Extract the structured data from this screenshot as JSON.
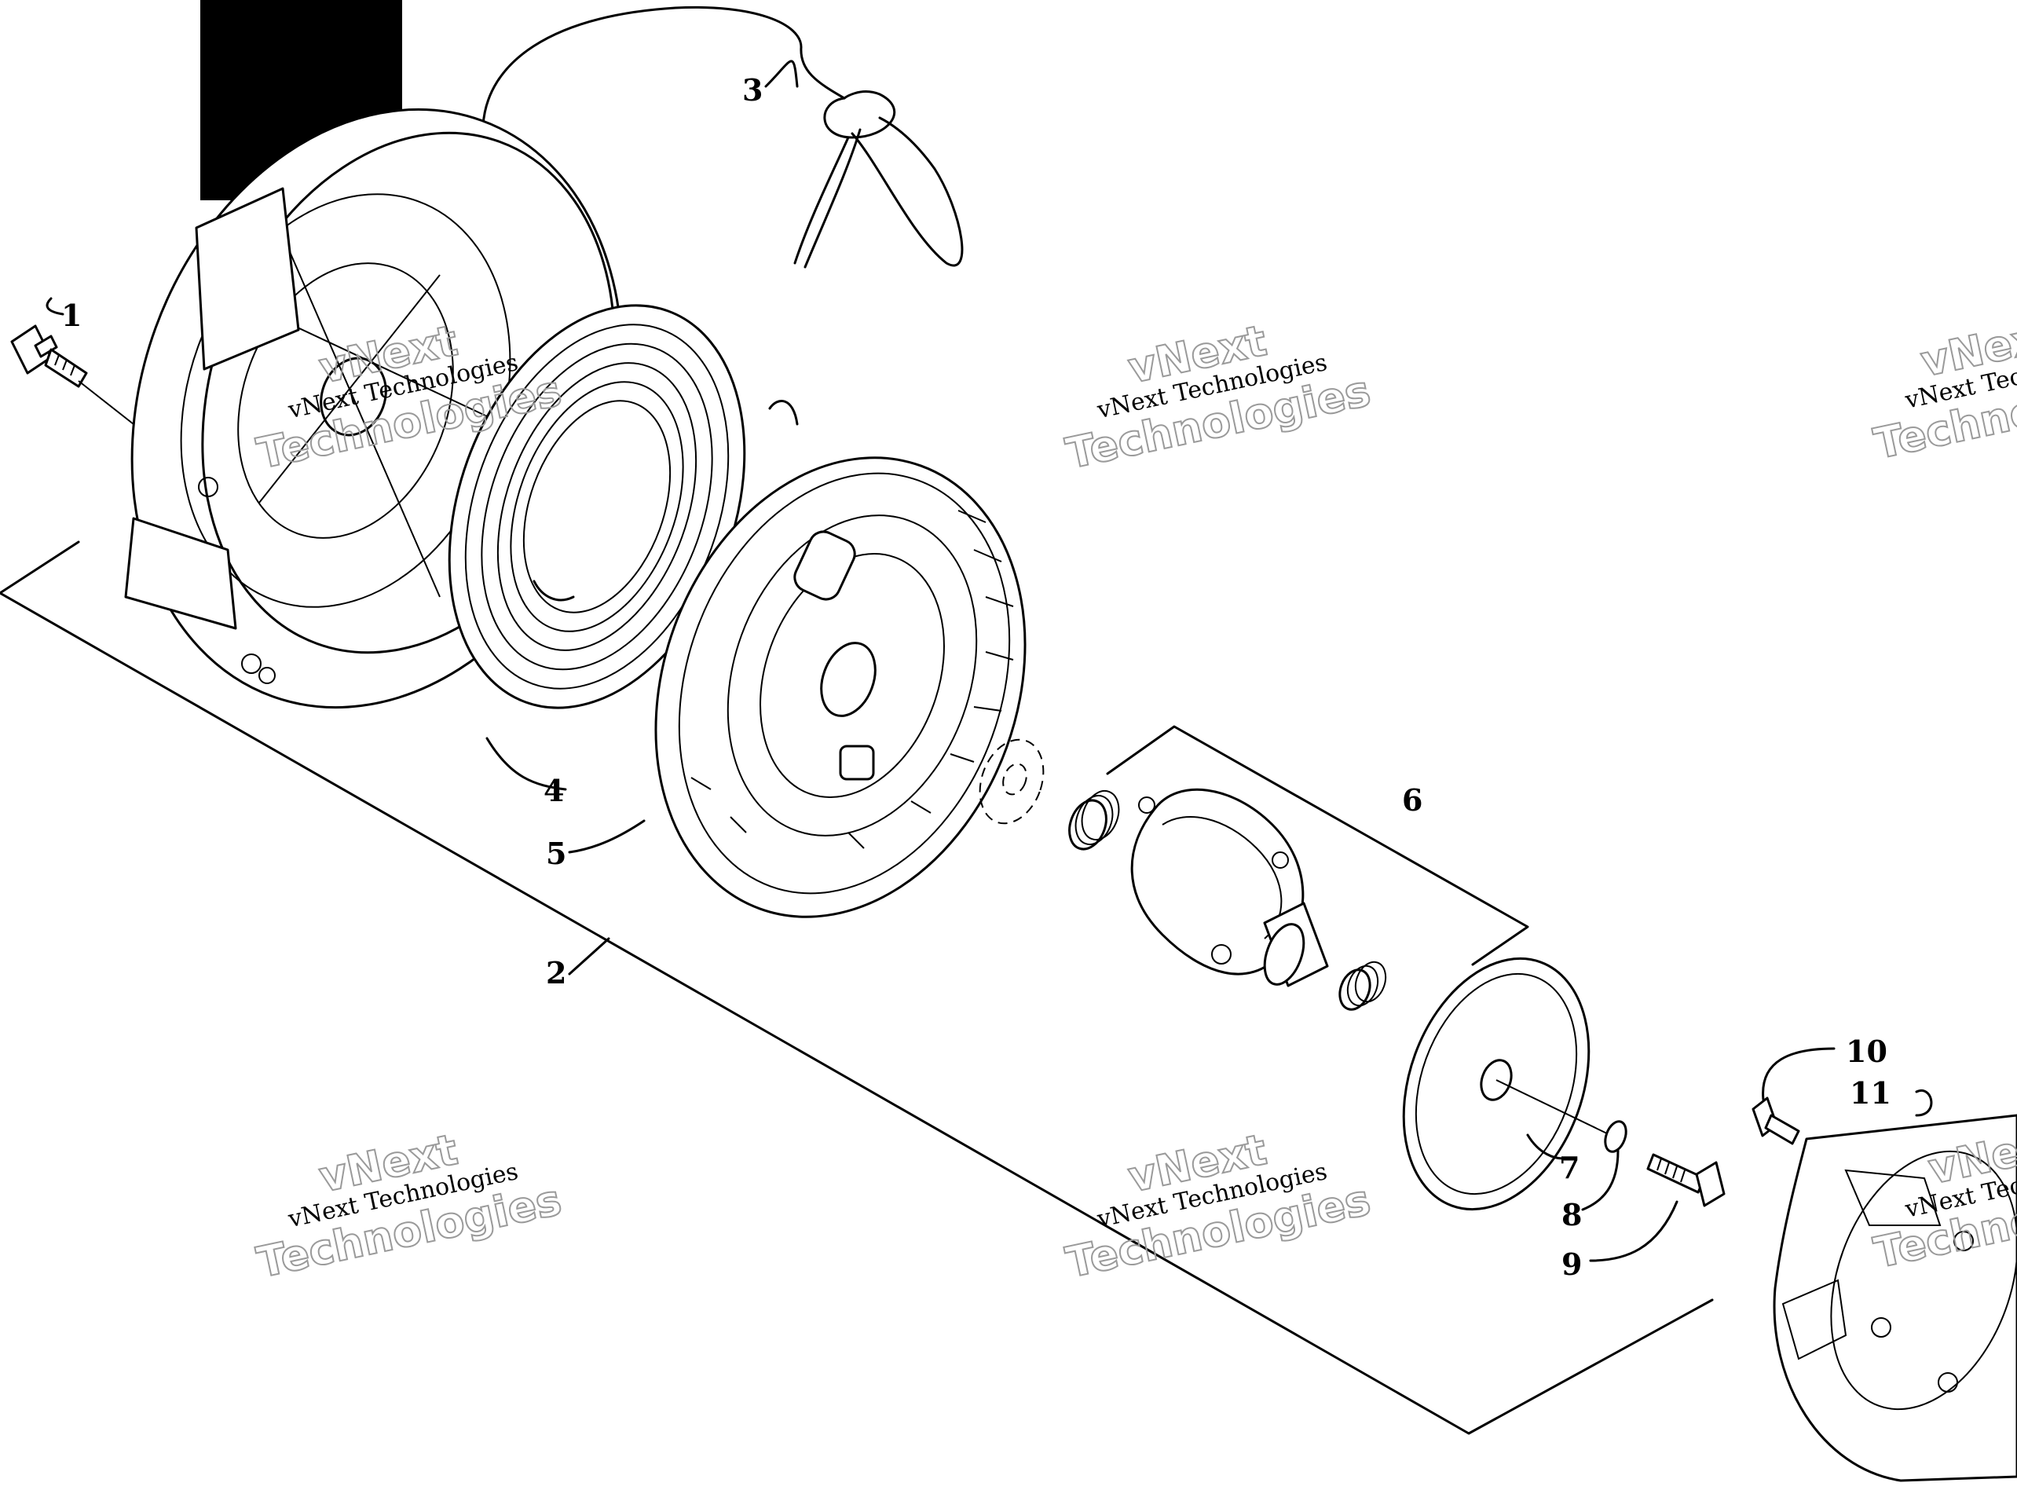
{
  "diagram": {
    "callouts": [
      {
        "id": "1",
        "label": "1"
      },
      {
        "id": "2",
        "label": "2"
      },
      {
        "id": "3",
        "label": "3"
      },
      {
        "id": "4",
        "label": "4"
      },
      {
        "id": "5",
        "label": "5"
      },
      {
        "id": "6",
        "label": "6"
      },
      {
        "id": "7",
        "label": "7"
      },
      {
        "id": "8",
        "label": "8"
      },
      {
        "id": "9",
        "label": "9"
      },
      {
        "id": "10",
        "label": "10"
      },
      {
        "id": "11",
        "label": "11"
      }
    ],
    "watermark": {
      "line1": "vNext Technologies",
      "big1": "vNext",
      "big2": "Technologies"
    },
    "colors": {
      "ink": "#000000",
      "watermark": "#9a9a9a",
      "background": "#ffffff",
      "redaction_box": "#000000"
    }
  }
}
